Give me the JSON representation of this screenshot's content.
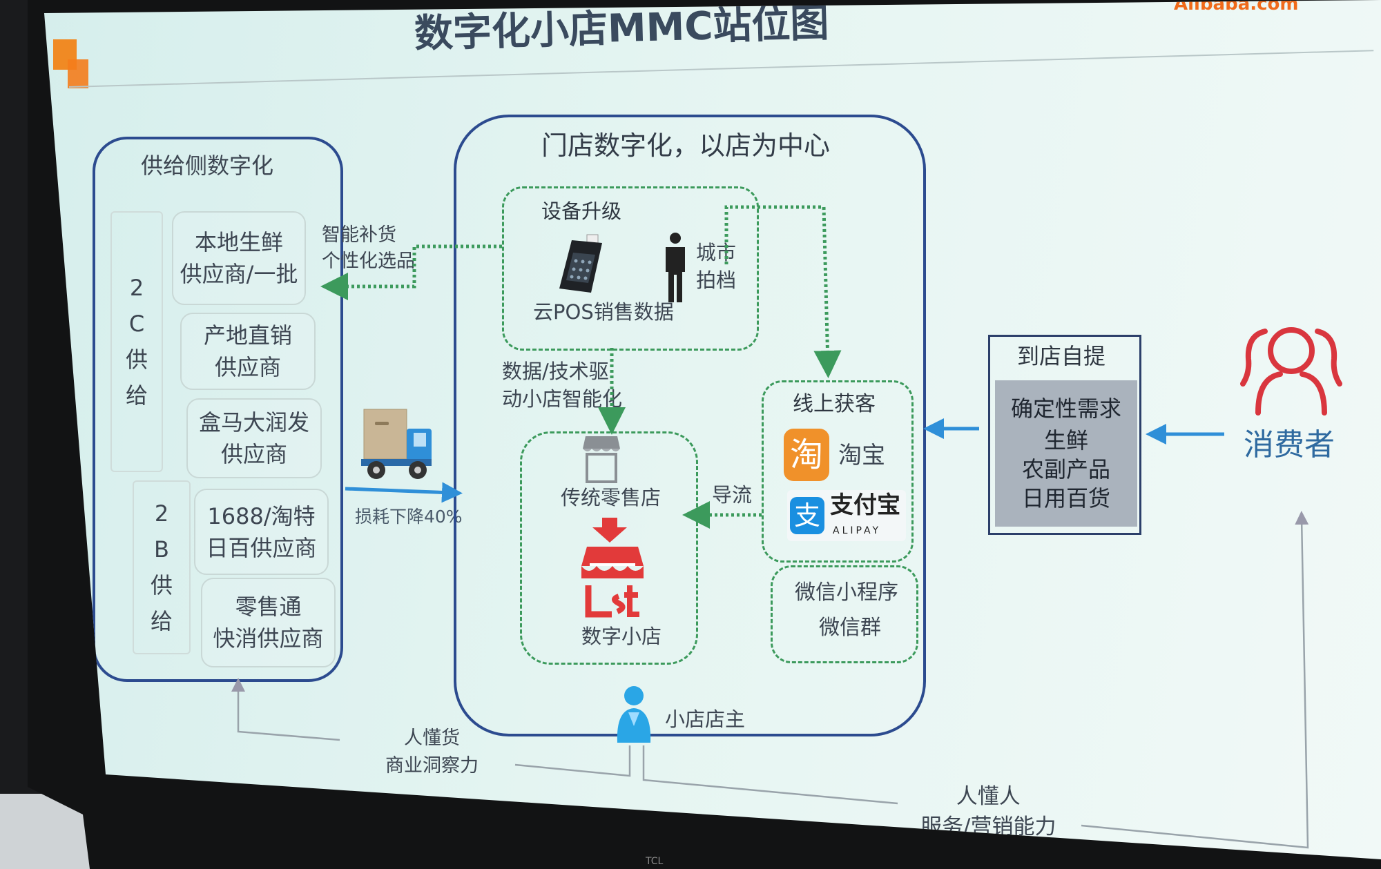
{
  "title": "数字化小店MMC站位图",
  "logo": "Alibaba.com",
  "supply": {
    "title": "供给侧数字化",
    "group_2c": [
      "2",
      "C",
      "供",
      "给"
    ],
    "group_2b": [
      "2",
      "B",
      "供",
      "给"
    ],
    "items": [
      [
        "本地生鲜",
        "供应商/一批"
      ],
      [
        "产地直销",
        "供应商"
      ],
      [
        "盒马大润发",
        "供应商"
      ],
      [
        "1688/淘特",
        "日百供应商"
      ],
      [
        "零售通",
        "快消供应商"
      ]
    ]
  },
  "replenish": [
    "智能补货",
    "个性化选品"
  ],
  "truck_label": "损耗下降40%",
  "store": {
    "title": "门店数字化，以店为中心",
    "equipment": {
      "title": "设备升级",
      "pos": "云POS销售数据",
      "partner": [
        "城市",
        "拍档"
      ]
    },
    "drive": [
      "数据/技术驱",
      "动小店智能化"
    ],
    "traditional": "传统零售店",
    "digital": "数字小店",
    "guide": "导流",
    "online": {
      "title": "线上获客",
      "taobao": "淘宝",
      "taobao_glyph": "淘",
      "alipay": "支付宝",
      "alipay_sub": "ALIPAY",
      "alipay_glyph": "支"
    },
    "wechat": [
      "微信小程序",
      "微信群"
    ],
    "owner": "小店店主"
  },
  "pickup": {
    "title": "到店自提",
    "lines": [
      "确定性需求",
      "生鲜",
      "农副产品",
      "日用百货"
    ]
  },
  "consumer": "消费者",
  "bottom": {
    "goods": [
      "人懂货",
      "商业洞察力"
    ],
    "people": [
      "人懂人",
      "服务/营销能力"
    ]
  },
  "monitor_brand": "TCL",
  "colors": {
    "outline": "#2c4b8f",
    "dashed": "#3c9a5c",
    "arrow_blue": "#2f8fd8",
    "consumer_red": "#d9363e",
    "accent_orange": "#f08a24"
  }
}
